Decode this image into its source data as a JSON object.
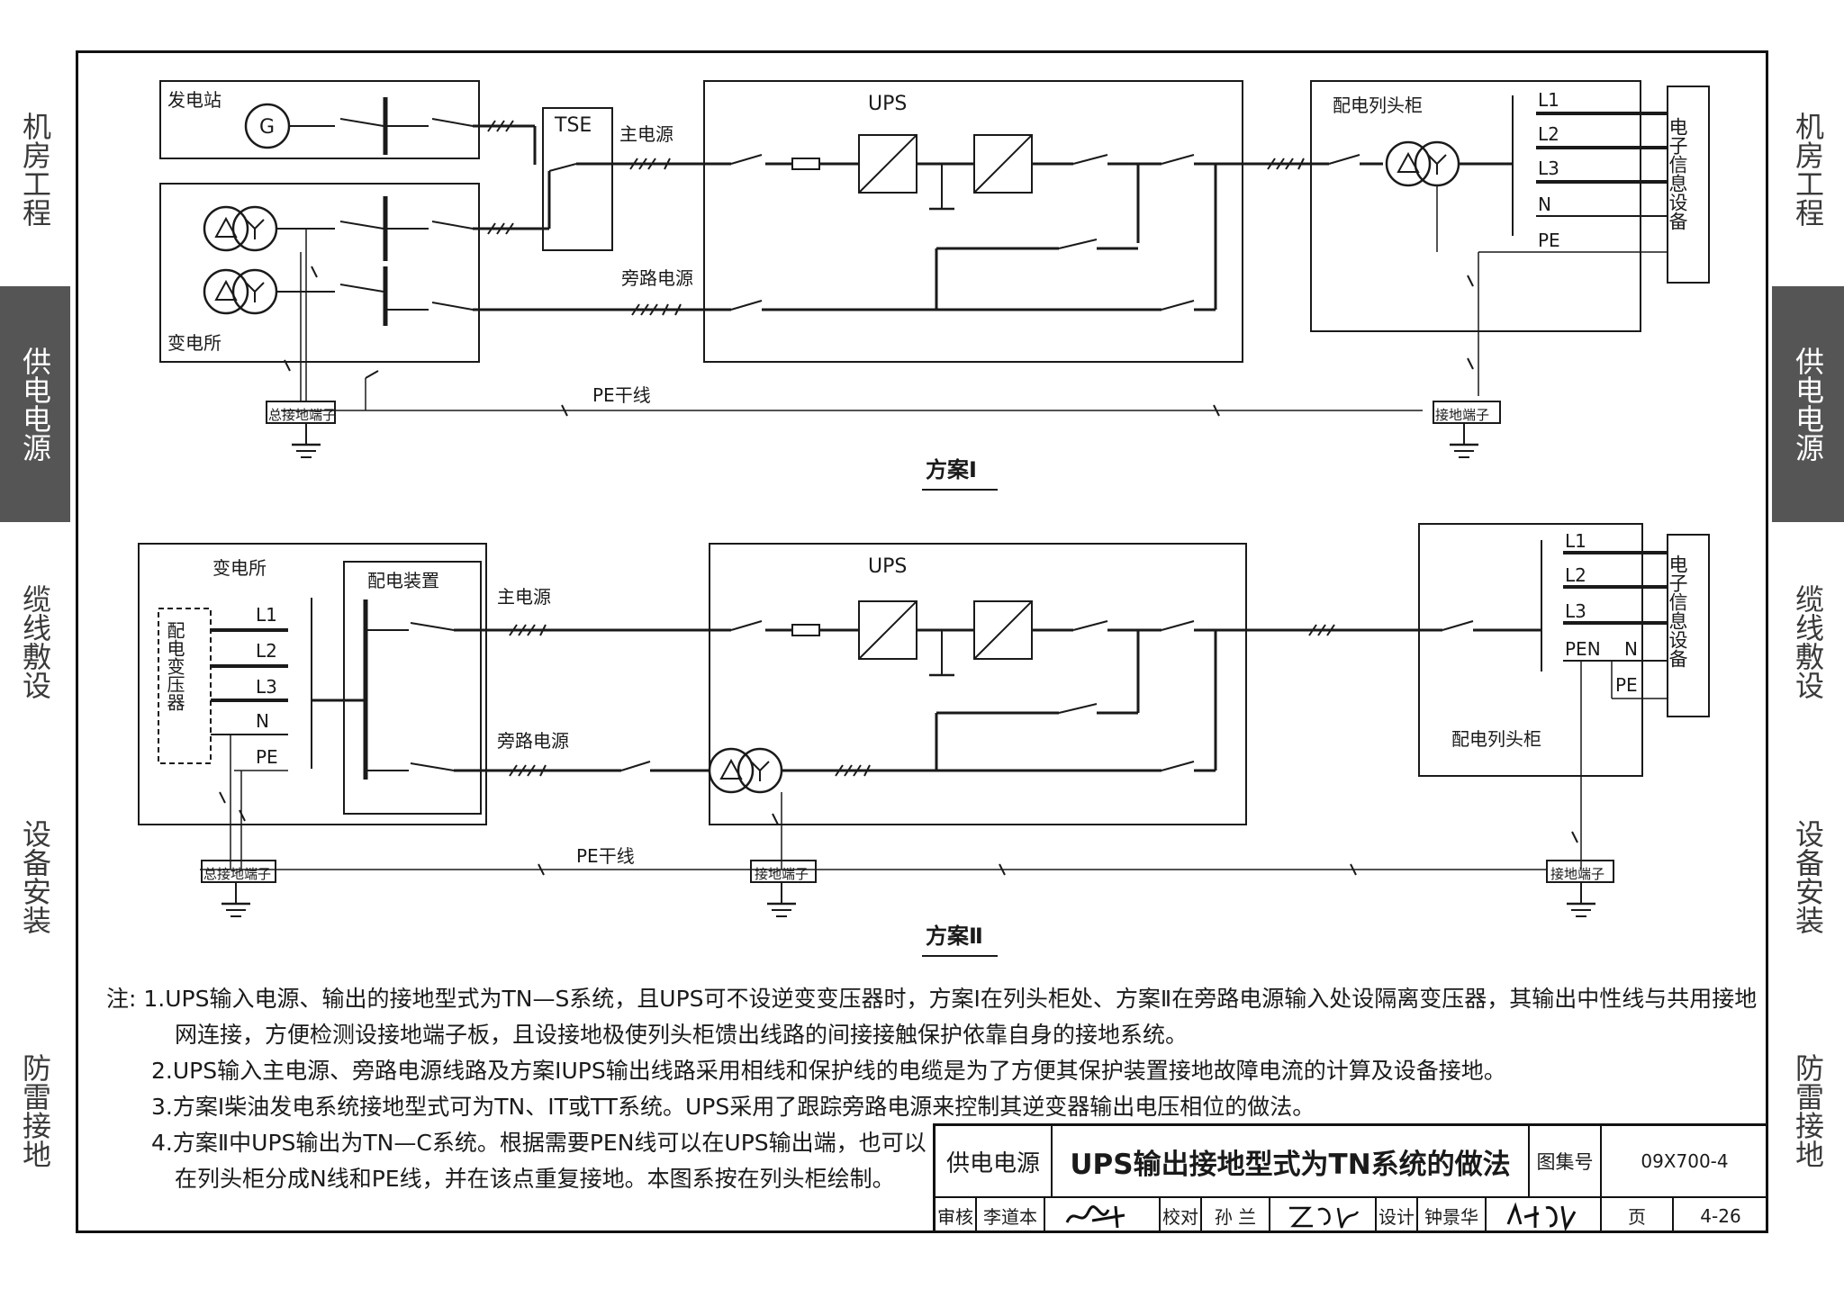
{
  "side_tabs_left": [
    {
      "label": "机房工程",
      "active": false
    },
    {
      "label": "供电电源",
      "active": true
    },
    {
      "label": "缆线敷设",
      "active": false
    },
    {
      "label": "设备安装",
      "active": false
    },
    {
      "label": "防雷接地",
      "active": false
    }
  ],
  "side_tabs_right": [
    {
      "label": "机房工程",
      "active": false
    },
    {
      "label": "供电电源",
      "active": true
    },
    {
      "label": "缆线敷设",
      "active": false
    },
    {
      "label": "设备安装",
      "active": false
    },
    {
      "label": "防雷接地",
      "active": false
    }
  ],
  "scheme1": {
    "title": "方案Ⅰ",
    "generator_station": "发电站",
    "generator_symbol": "G",
    "substation": "变电所",
    "tse": "TSE",
    "main_power": "主电源",
    "bypass_power": "旁路电源",
    "ups": "UPS",
    "pdu_cabinet": "配电列头柜",
    "phases": [
      "L1",
      "L2",
      "L3",
      "N",
      "PE"
    ],
    "equipment": "电子信息设备",
    "pe_trunk": "PE干线",
    "main_earth_terminal": "总接地端子",
    "earth_terminal": "接地端子"
  },
  "scheme2": {
    "title": "方案Ⅱ",
    "substation": "变电所",
    "transformer": "配电变压器",
    "phases": [
      "L1",
      "L2",
      "L3",
      "N",
      "PE"
    ],
    "distribution_device": "配电装置",
    "main_power": "主电源",
    "bypass_power": "旁路电源",
    "ups": "UPS",
    "pdu_cabinet": "配电列头柜",
    "pdu_phases": [
      "L1",
      "L2",
      "L3",
      "PEN"
    ],
    "n_label": "N",
    "pe_label": "PE",
    "equipment": "电子信息设备",
    "pe_trunk": "PE干线",
    "main_earth_terminal": "总接地端子",
    "earth_terminal_1": "接地端子",
    "earth_terminal_2": "接地端子"
  },
  "notes": [
    "注:  1.UPS输入电源、输出的接地型式为TN—S系统，且UPS可不设逆变变压器时，方案Ⅰ在列头柜处、方案Ⅱ在旁路电源输入处设隔离变压器，其输出中性线与共用接地",
    "网连接，方便检测设接地端子板，且设接地极使列头柜馈出线路的间接接触保护依靠自身的接地系统。",
    "2.UPS输入主电源、旁路电源线路及方案ⅠUPS输出线路采用相线和保护线的电缆是为了方便其保护装置接地故障电流的计算及设备接地。",
    "3.方案Ⅰ柴油发电系统接地型式可为TN、IT或TT系统。UPS采用了跟踪旁路电源来控制其逆变器输出电压相位的做法。",
    "4.方案Ⅱ中UPS输出为TN—C系统。根据需要PEN线可以在UPS输出端，也可以",
    "在列头柜分成N线和PE线，并在该点重复接地。本图系按在列头柜绘制。"
  ],
  "title_block": {
    "category": "供电电源",
    "title": "UPS输出接地型式为TN系统的做法",
    "atlas_label": "图集号",
    "atlas_no": "09X700-4",
    "review_label": "审核",
    "reviewer": "李道本",
    "check_label": "校对",
    "checker": "孙 兰",
    "design_label": "设计",
    "designer": "钟景华",
    "page_label": "页",
    "page_no": "4-26"
  },
  "colors": {
    "ink": "#1a1a1a",
    "tab_active": "#555555",
    "tab_text": "#3a3a3a"
  }
}
